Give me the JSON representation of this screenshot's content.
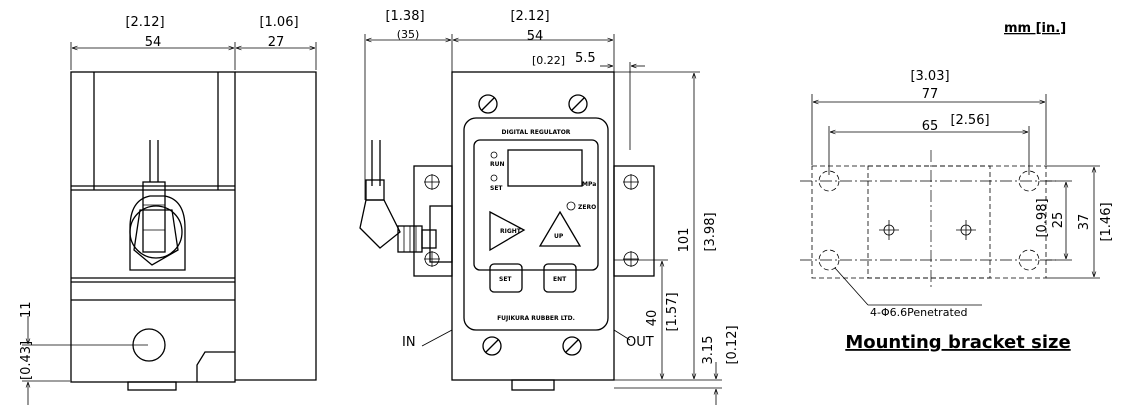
{
  "units": "mm [in.]",
  "caption": "Mounting bracket size",
  "side_view": {
    "width_in": "[2.12]",
    "width_mm": "54",
    "depth_in": "[1.06]",
    "depth_mm": "27",
    "port_height_mm": "11",
    "port_height_in": "[0.43]"
  },
  "front_view": {
    "cable_in": "[1.38]",
    "cable_mm": "(35)",
    "width_in": "[2.12]",
    "width_mm": "54",
    "offset_in": "[0.22]",
    "offset_mm": "5.5",
    "height_mm": "101",
    "height_in": "[3.98]",
    "port_pos_mm": "40",
    "port_pos_in": "[1.57]",
    "base_mm": "3.15",
    "base_in": "[0.12]",
    "label_in": "IN",
    "label_out": "OUT",
    "panel": {
      "title": "DIGITAL REGULATOR",
      "run": "RUN",
      "set_led": "SET",
      "mpa": "MPa",
      "zero": "ZERO",
      "right": "RIGHT",
      "up": "UP",
      "set_key": "SET",
      "ent": "ENT",
      "maker": "FUJIKURA RUBBER LTD."
    }
  },
  "bracket": {
    "overall_in": "[3.03]",
    "overall_mm": "77",
    "pitch_in": "[2.56]",
    "pitch_mm": "65",
    "hole_v_mm": "25",
    "hole_v_in": "[0.98]",
    "height_mm": "37",
    "height_in": "[1.46]",
    "hole_note": "4-Φ6.6Penetrated"
  }
}
